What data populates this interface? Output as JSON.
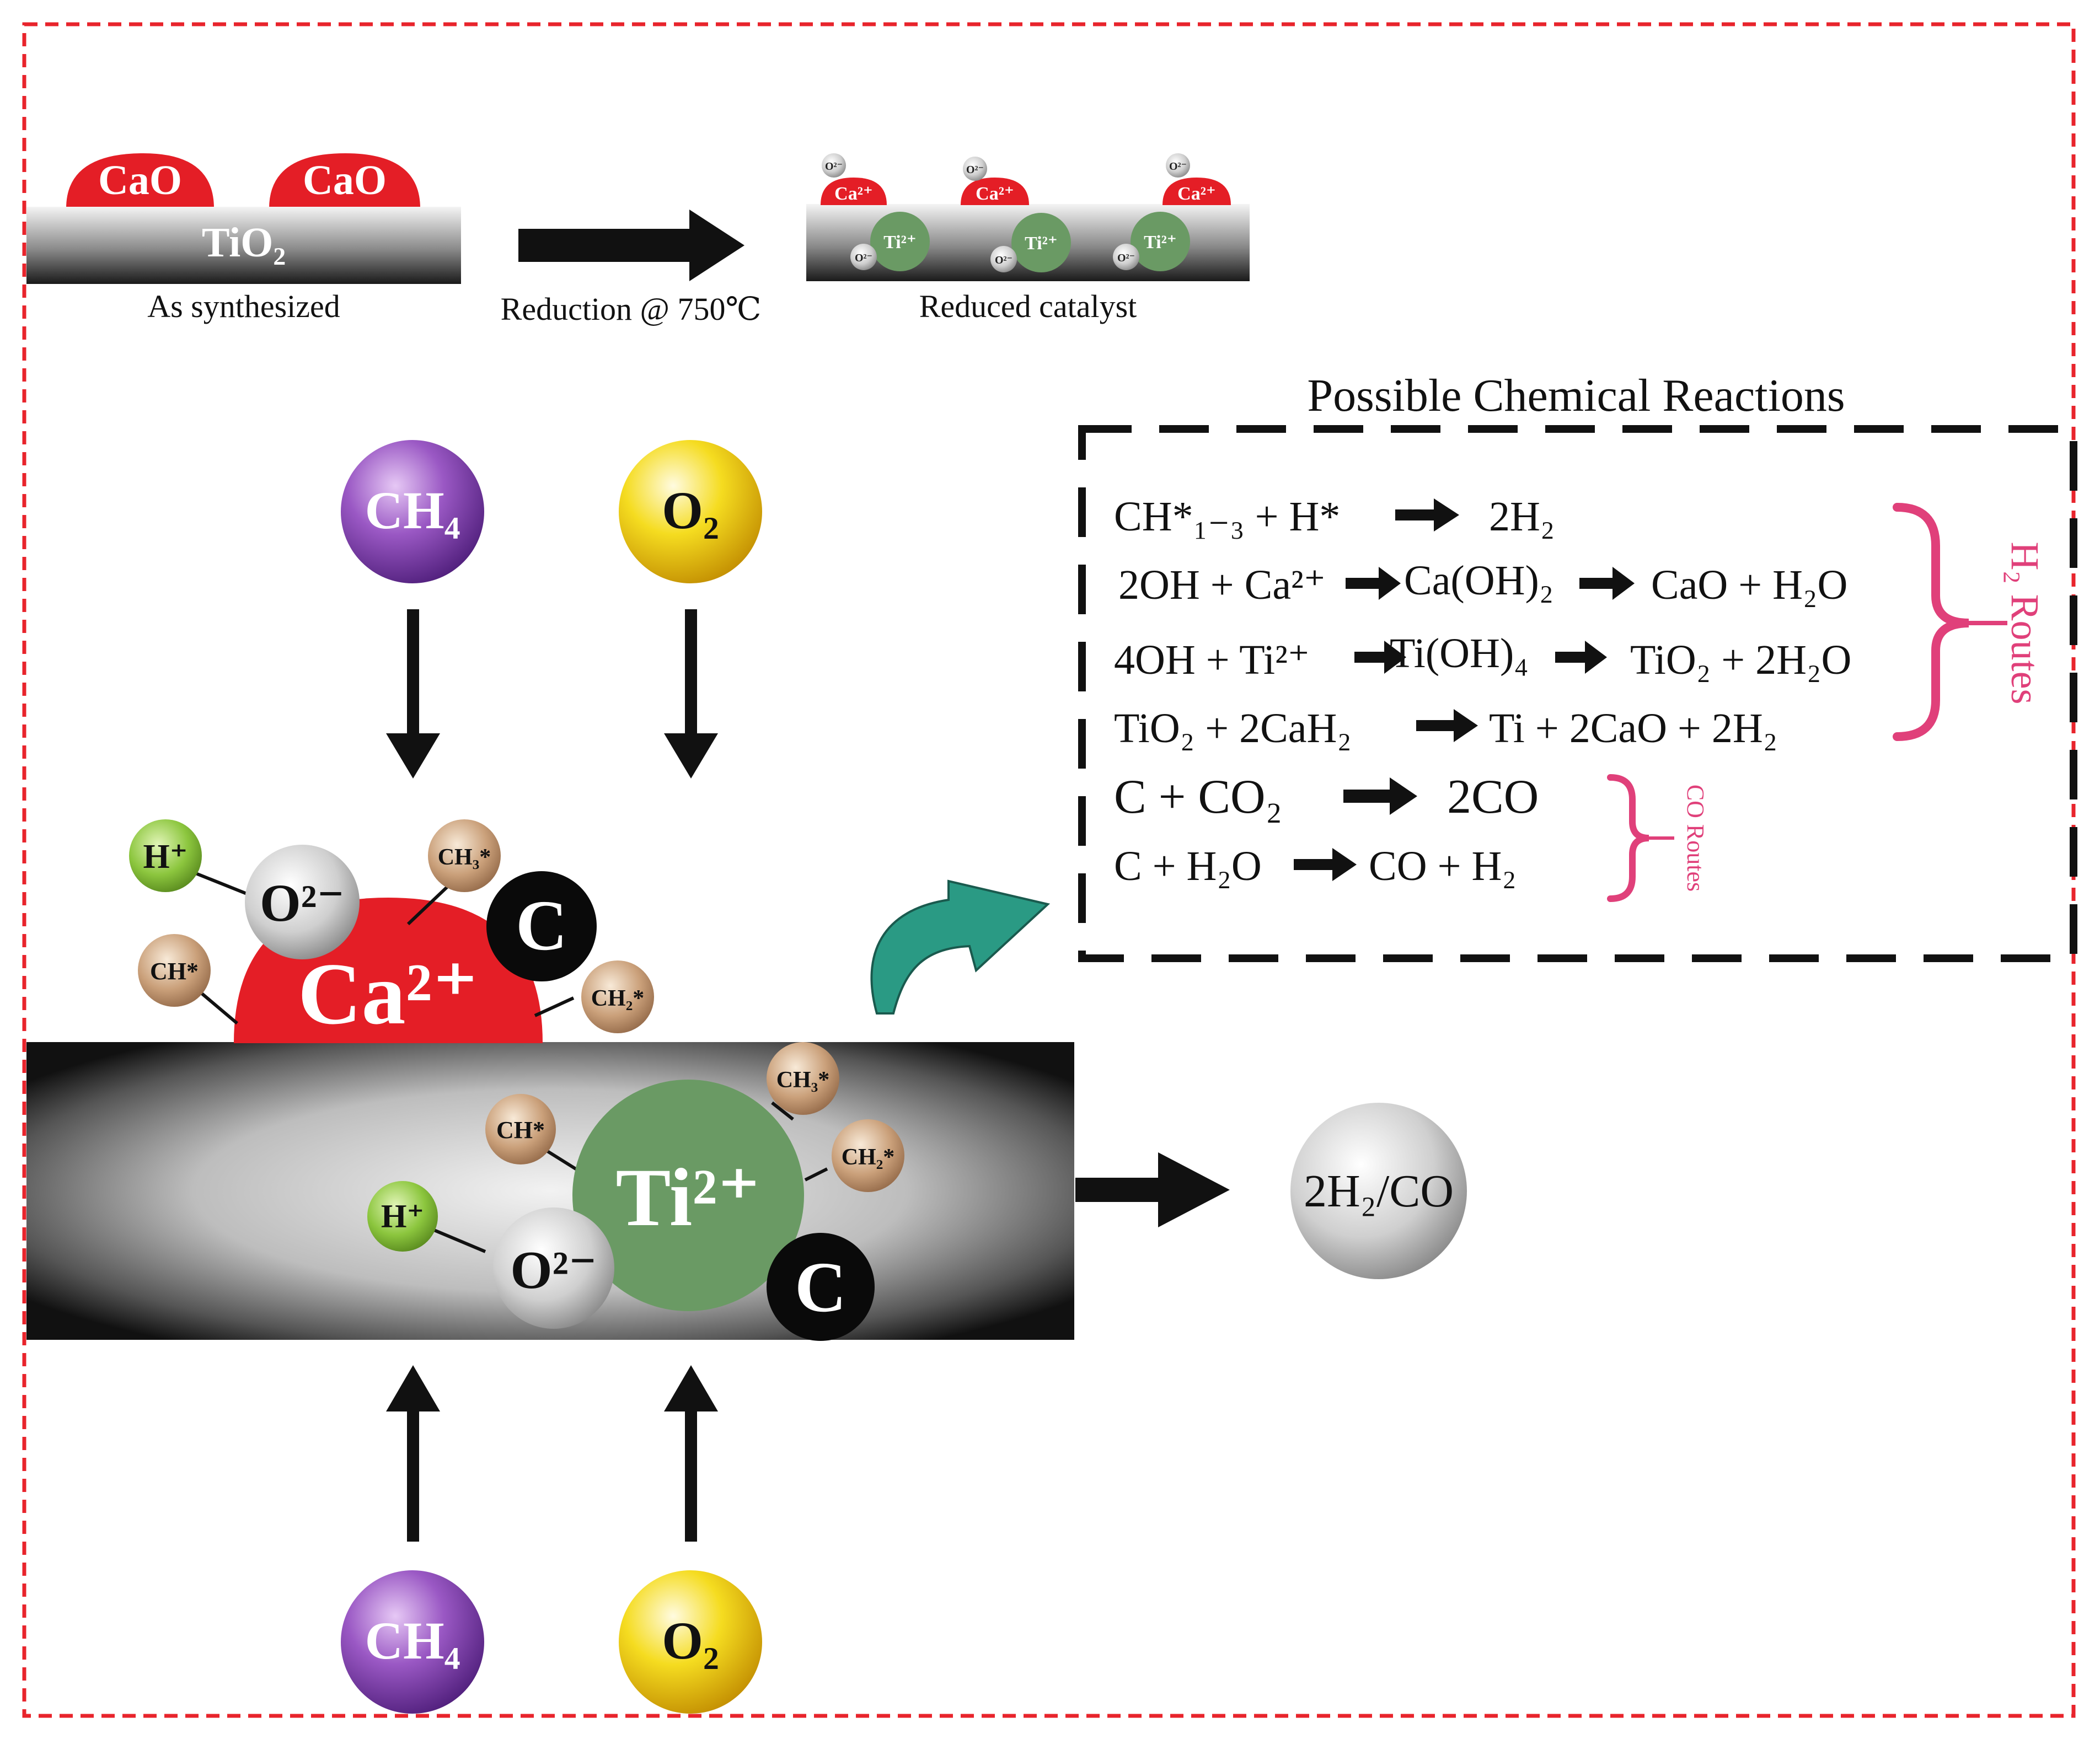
{
  "colors": {
    "frame": "#e8242c",
    "cao_red": "#e41e26",
    "ti_green": "#6a9a64",
    "routes_pink": "#e0407a",
    "arrow_teal": "#2a9a84",
    "ch4_purple": "#7a3fa0",
    "o2_yellow": "#f2d21a",
    "h_green": "#8cc63e",
    "ch_tan": "#c9a27e"
  },
  "top_stage": {
    "cao_label_1": "CaO",
    "cao_label_2": "CaO",
    "support_label": "TiO₂",
    "as_synthesized": "As synthesized",
    "reduction_label": "Reduction @ 750℃",
    "reduced_catalyst": "Reduced catalyst",
    "ca_small": "Ca²⁺",
    "ti_small": "Ti²⁺",
    "o_small": "O²⁻"
  },
  "feeds": {
    "ch4": "CH₄",
    "o2": "O₂"
  },
  "surface": {
    "ca_ion": "Ca²⁺",
    "ti_ion": "Ti²⁺",
    "oxide_ion": "O²⁻",
    "proton": "H⁺",
    "carbon": "C",
    "ch3": "CH₃*",
    "ch2": "CH₂*",
    "ch": "CH*"
  },
  "product": "2H₂/CO",
  "reactions": {
    "heading": "Possible Chemical Reactions",
    "rows": [
      {
        "left": "CH*₁₋₃ + H*",
        "right": "2H₂"
      },
      {
        "left": "2OH + Ca²⁺",
        "mid": "Ca(OH)₂",
        "right": "CaO + H₂O"
      },
      {
        "left": "4OH + Ti²⁺",
        "mid": "Ti(OH)₄",
        "right": "TiO₂ + 2H₂O"
      },
      {
        "left": "TiO₂ + 2CaH₂",
        "right": "Ti + 2CaO + 2H₂"
      },
      {
        "left": "C + CO₂",
        "right": "2CO"
      },
      {
        "left": "C + H₂O",
        "right": "CO + H₂"
      }
    ],
    "h2_routes": "H₂ Routes",
    "co_routes": "CO Routes"
  }
}
